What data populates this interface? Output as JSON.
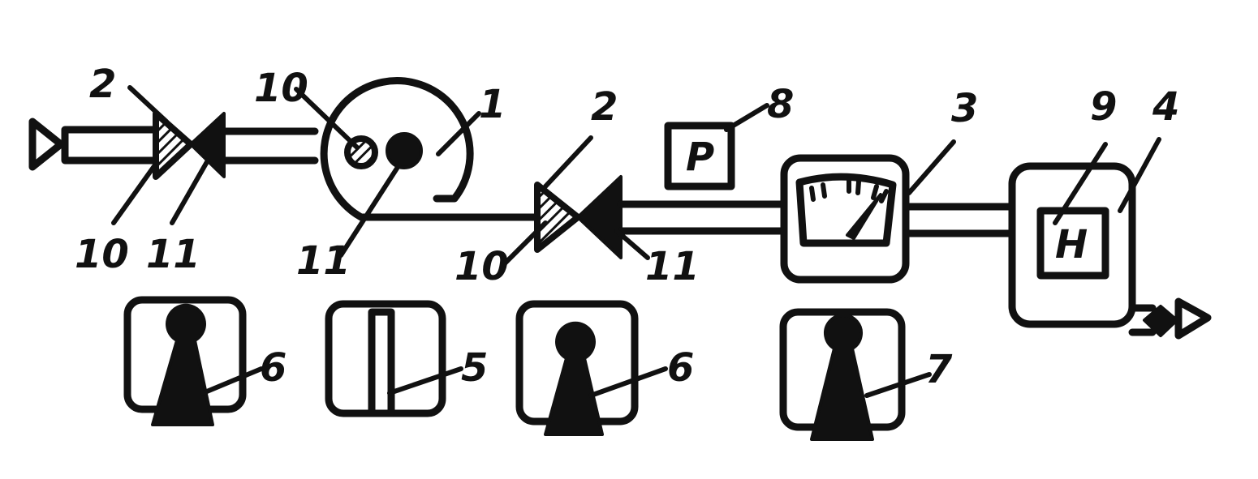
{
  "labels": {
    "valve_left_number": "2",
    "valve_left_port_a": "10",
    "valve_left_port_b": "11",
    "chamber_number": "1",
    "chamber_port_a": "10",
    "chamber_port_b": "11",
    "valve_mid_number": "2",
    "valve_mid_port_a": "10",
    "valve_mid_port_b": "11",
    "sensor_box_number": "8",
    "sensor_box_letter": "P",
    "meter_number": "3",
    "unit_number": "4",
    "unit_inner_number": "9",
    "unit_inner_letter": "H",
    "device_a_number": "6",
    "device_b_number": "5",
    "device_c_number": "6",
    "device_d_number": "7"
  },
  "colors": {
    "ink": "#111111",
    "background": "#ffffff"
  },
  "icons": {
    "inlet": "arrow-right-icon",
    "outlet": "arrow-right-icon",
    "valve": "bowtie-valve-icon",
    "meter": "gauge-icon",
    "device": "keyhole-icon"
  }
}
